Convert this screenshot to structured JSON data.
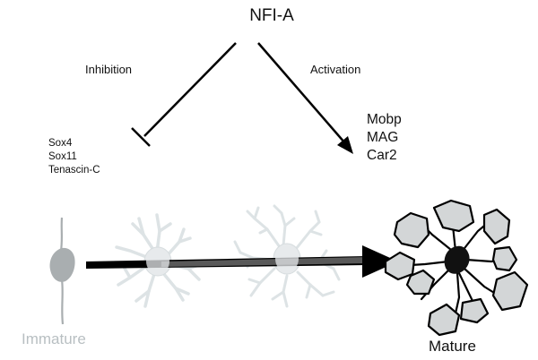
{
  "diagram": {
    "title": "NFI-A",
    "inhibition_label": "Inhibition",
    "activation_label": "Activation",
    "inhibited_genes": [
      "Sox4",
      "Sox11",
      "Tenascin-C"
    ],
    "activated_genes": [
      "Mobp",
      "MAG",
      "Car2"
    ],
    "immature_label": "Immature",
    "mature_label": "Mature"
  },
  "colors": {
    "text": "#111111",
    "immature_text": "#b8bfc2",
    "immature_soma": "#a9aeb0",
    "intermediate_cell": "#e6eaec",
    "intermediate_outline": "#c9d0d3",
    "myelin_fill": "#d3d6d7",
    "mature_soma": "#111111",
    "arrow": "#000000"
  }
}
